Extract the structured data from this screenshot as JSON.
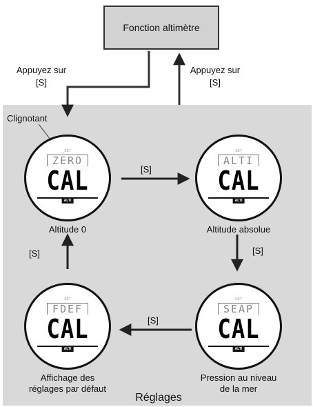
{
  "top_box": {
    "label": "Fonction altimètre"
  },
  "left_arrow_label": {
    "line1": "Appuyez sur",
    "line2": "[S]"
  },
  "right_arrow_label": {
    "line1": "Appuyez sur",
    "line2": "[S]"
  },
  "blinking_label": "Clignotant",
  "panel_label": "Réglages",
  "watches": [
    {
      "sub": "SET",
      "mode": "ZERO",
      "display": "CAL",
      "tag": "ALTI",
      "caption1": "Altitude 0",
      "caption2": ""
    },
    {
      "sub": "SET",
      "mode": "ALTI",
      "display": "CAL",
      "tag": "ALTI",
      "caption1": "Altitude absolue",
      "caption2": ""
    },
    {
      "sub": "SET",
      "mode": "SEAP",
      "display": "CAL",
      "tag": "ALTI",
      "caption1": "Pression  au niveau",
      "caption2": "de la mer"
    },
    {
      "sub": "SET",
      "mode": "FDEF",
      "display": "CAL",
      "tag": "ALTI",
      "caption1": "Affichage des",
      "caption2": "réglages par défaut"
    }
  ],
  "arrow_labels": {
    "zero_to_alti": "[S]",
    "alti_to_seap": "[S]",
    "seap_to_fdef": "[S]",
    "fdef_to_zero": "[S]"
  }
}
